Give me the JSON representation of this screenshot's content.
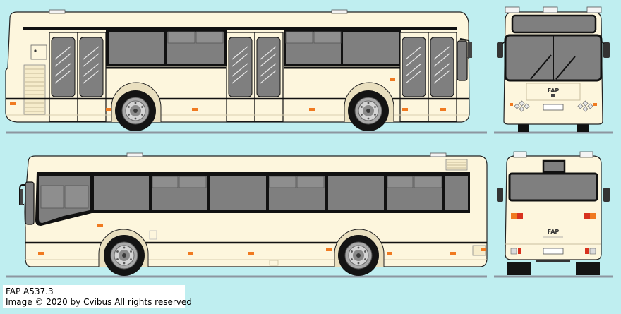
{
  "caption": {
    "model": "FAP A537.3",
    "credit": "Image © 2020 by Cvibus All rights reserved"
  },
  "badges": {
    "front": "FAP",
    "rear": "FAP"
  },
  "colors": {
    "background": "#bfeef0",
    "body": "#fdf6dd",
    "glass": "#7f7f7f",
    "outline": "#111111",
    "ground": "#8d96a0",
    "indicator": "#f07a20",
    "taillight": "#d8321e"
  }
}
